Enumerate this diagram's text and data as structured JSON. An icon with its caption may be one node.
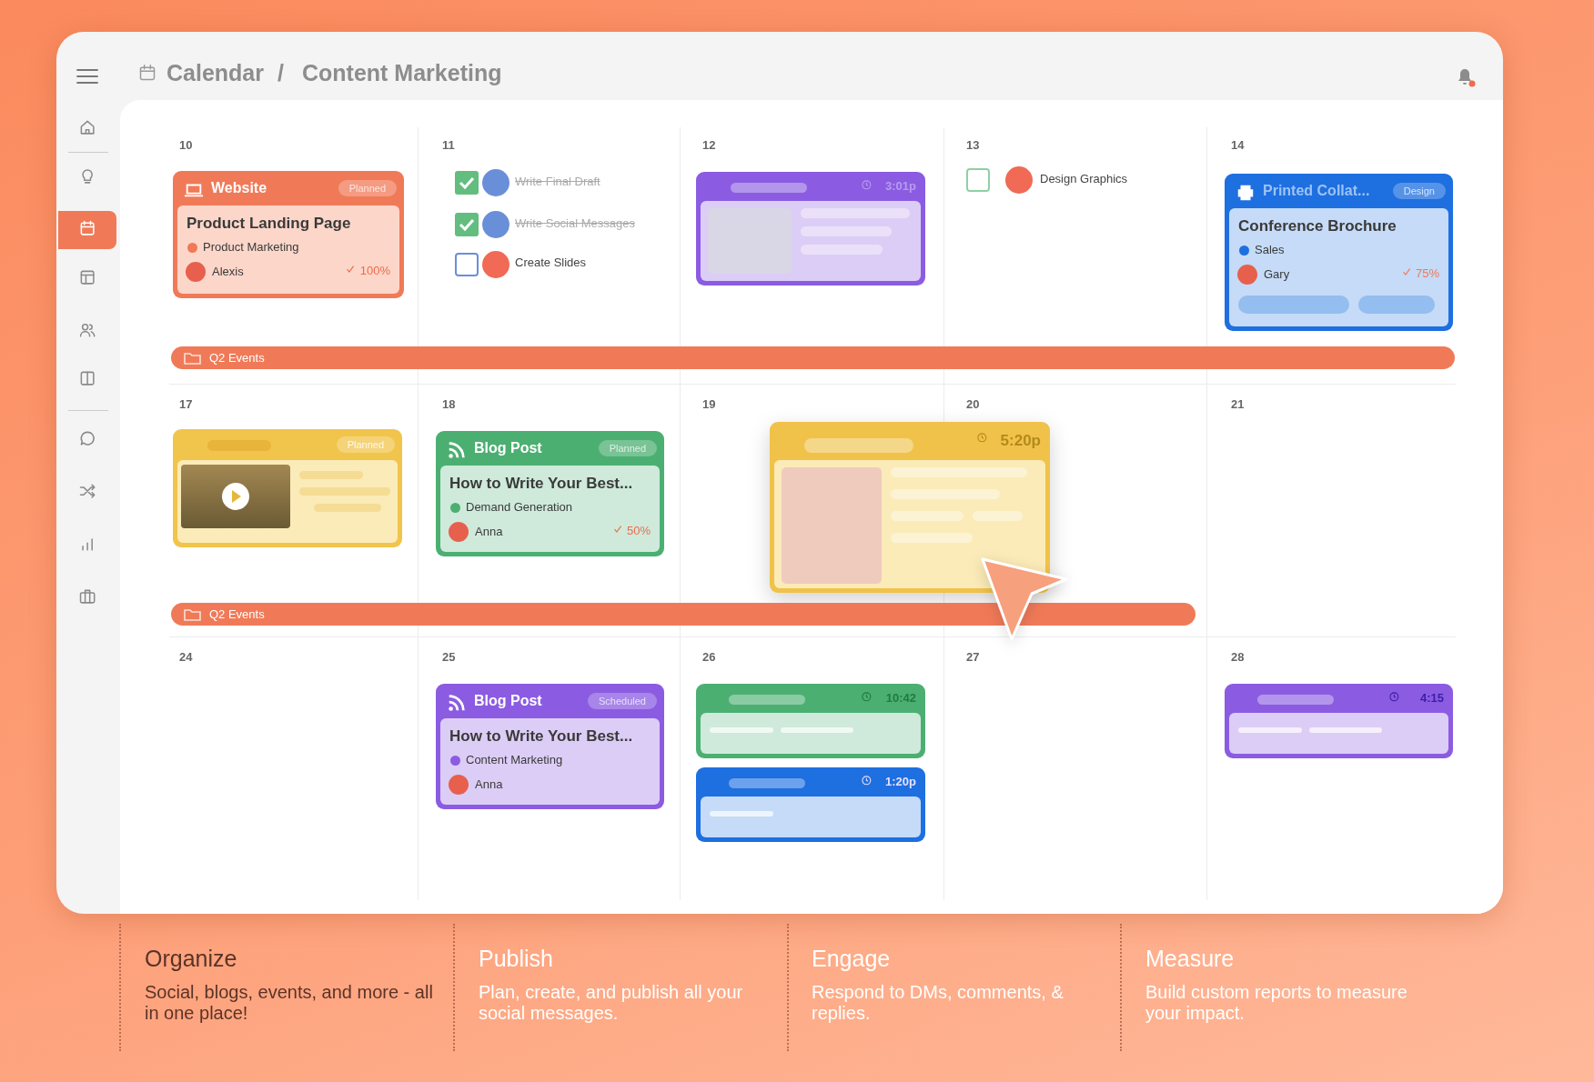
{
  "diagram": {
    "nodes": [
      {
        "text": [
          "Website",
          "Planned",
          "Product Landing Page",
          "Product Marketing",
          "Alexis",
          "100%"
        ]
      },
      {
        "text": [
          "3:01p"
        ]
      },
      {
        "text": [
          "Printed Collat...",
          "Design",
          "Conference Brochure",
          "Sales",
          "Gary",
          "75%"
        ]
      },
      {
        "text": [
          "Q2 Events"
        ]
      },
      {
        "text": [
          "Planned"
        ]
      },
      {
        "text": [
          "Blog Post",
          "Planned",
          "How to Write Your Best...",
          "Demand Generation",
          "Anna",
          "50%"
        ]
      },
      {
        "text": [
          "5:20p"
        ]
      },
      {
        "text": [
          "Q2 Events"
        ]
      },
      {
        "text": [
          "Blog Post",
          "Scheduled",
          "How to Write Your Best...",
          "Content Marketing",
          "Anna"
        ]
      },
      {
        "text": [
          "10:42"
        ]
      },
      {
        "text": [
          "1:20p"
        ]
      },
      {
        "text": [
          "4:15"
        ]
      }
    ],
    "labels": [
      "Calendar",
      "/",
      "Content Marketing",
      "10",
      "11",
      "12",
      "13",
      "14",
      "Write Final Draft",
      "Write Social Messages",
      "Create Slides",
      "Design Graphics",
      "17",
      "18",
      "19",
      "20",
      "21",
      "24",
      "25",
      "26",
      "27",
      "28",
      "Organize",
      "Social, blogs, events, and more - all in one place!",
      "Publish",
      "Plan, create, and publish all your social messages.",
      "Engage",
      "Respond to DMs, comments, & replies.",
      "Measure",
      "Build custom reports to measure your impact."
    ]
  }
}
